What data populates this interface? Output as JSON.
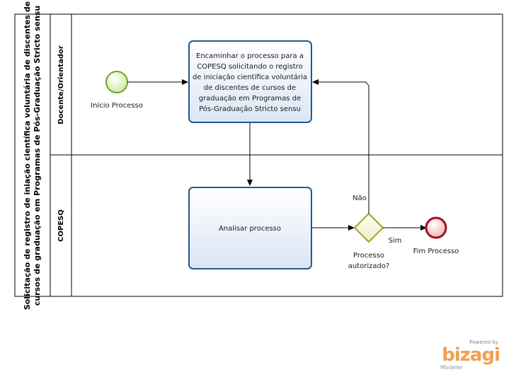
{
  "pool": {
    "title_line1": "Solicitação de registro de iniação científica voluntária  de discentes de",
    "title_line2": "cursos de graduação em Programas de Pós-Graduação Stricto sensu"
  },
  "lanes": [
    {
      "title": "Docente/Orientador"
    },
    {
      "title": "COPESQ"
    }
  ],
  "start_event": {
    "label": "Início Processo"
  },
  "task1": {
    "lines": [
      "Encaminhar o processo para a",
      "COPESQ solicitando o registro",
      "de iniciação científica voluntária",
      "de discentes de cursos de",
      "graduação em Programas de",
      "Pós-Graduação Stricto sensu"
    ]
  },
  "task2": {
    "label": "Analisar processo"
  },
  "gateway": {
    "label_line1": "Processo",
    "label_line2": "autorizado?",
    "no_label": "Não",
    "yes_label": "Sim"
  },
  "end_event": {
    "label": "Fim Processo"
  },
  "brand": {
    "powered": "Powered by",
    "name": "bizagi",
    "sub": "Modeler"
  },
  "colors": {
    "task_fill": "#e8eef8",
    "task_stroke": "#1f5a8a",
    "start_fill": "#dff0b8",
    "start_stroke": "#6aa820",
    "end_fill": "#f4c4c4",
    "end_stroke": "#a01020",
    "gateway_fill": "#f4f4c8",
    "gateway_stroke": "#a0a020"
  }
}
